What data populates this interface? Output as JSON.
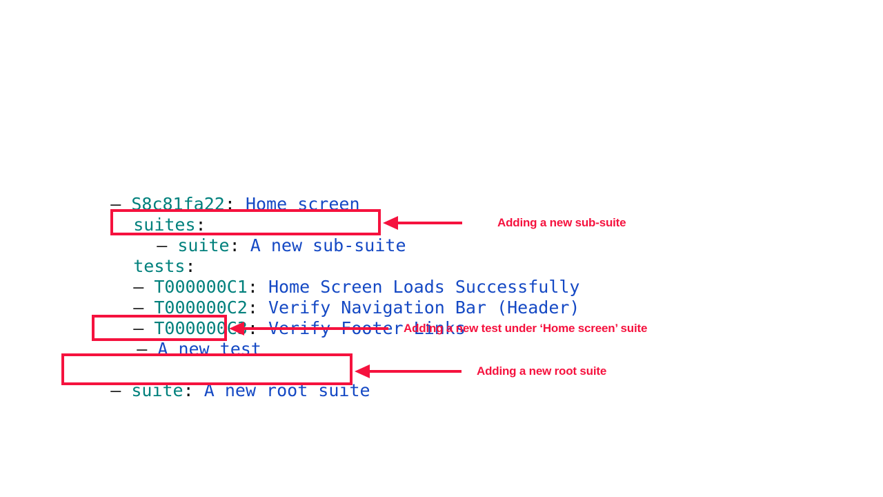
{
  "page": {
    "background_color": "#ffffff",
    "accent_red": "#F5123E",
    "key_color": "#00807c",
    "value_color": "#1549c4",
    "text_color": "#111111"
  },
  "tree": {
    "lines": [
      {
        "id": "root-suite-home-screen",
        "indent": 0,
        "bullet": "–",
        "key": "S8c81fa22",
        "colon": ":",
        "value": "Home screen"
      },
      {
        "id": "suites-label",
        "indent": 1,
        "bullet": "",
        "key": "suites",
        "colon": ":",
        "value": ""
      },
      {
        "id": "new-sub-suite",
        "indent": 2,
        "bullet": "–",
        "key": "suite",
        "colon": ":",
        "value": "A new sub-suite"
      },
      {
        "id": "tests-label",
        "indent": 1,
        "bullet": "",
        "key": "tests",
        "colon": ":",
        "value": ""
      },
      {
        "id": "test-c1",
        "indent": 1,
        "bullet": "–",
        "key": "T000000C1",
        "colon": ":",
        "value": "Home Screen Loads Successfully"
      },
      {
        "id": "test-c2",
        "indent": 1,
        "bullet": "–",
        "key": "T000000C2",
        "colon": ":",
        "value": "Verify Navigation Bar (Header)"
      },
      {
        "id": "test-c3",
        "indent": 1,
        "bullet": "–",
        "key": "T000000C3",
        "colon": ":",
        "value": "Verify Footer Links"
      },
      {
        "id": "new-test",
        "indent": 1,
        "bullet": "–",
        "key": "",
        "colon": "",
        "value": "A new test"
      },
      {
        "id": "new-root-suite",
        "indent": 0,
        "bullet": "–",
        "key": "suite",
        "colon": ":",
        "value": "A new root suite"
      }
    ]
  },
  "annotations": [
    {
      "id": "annot-sub-suite",
      "text": "Adding a new sub-suite"
    },
    {
      "id": "annot-new-test",
      "text": "Adding a new test under ‘Home screen’ suite"
    },
    {
      "id": "annot-root-suite",
      "text": "Adding a new root suite"
    }
  ]
}
